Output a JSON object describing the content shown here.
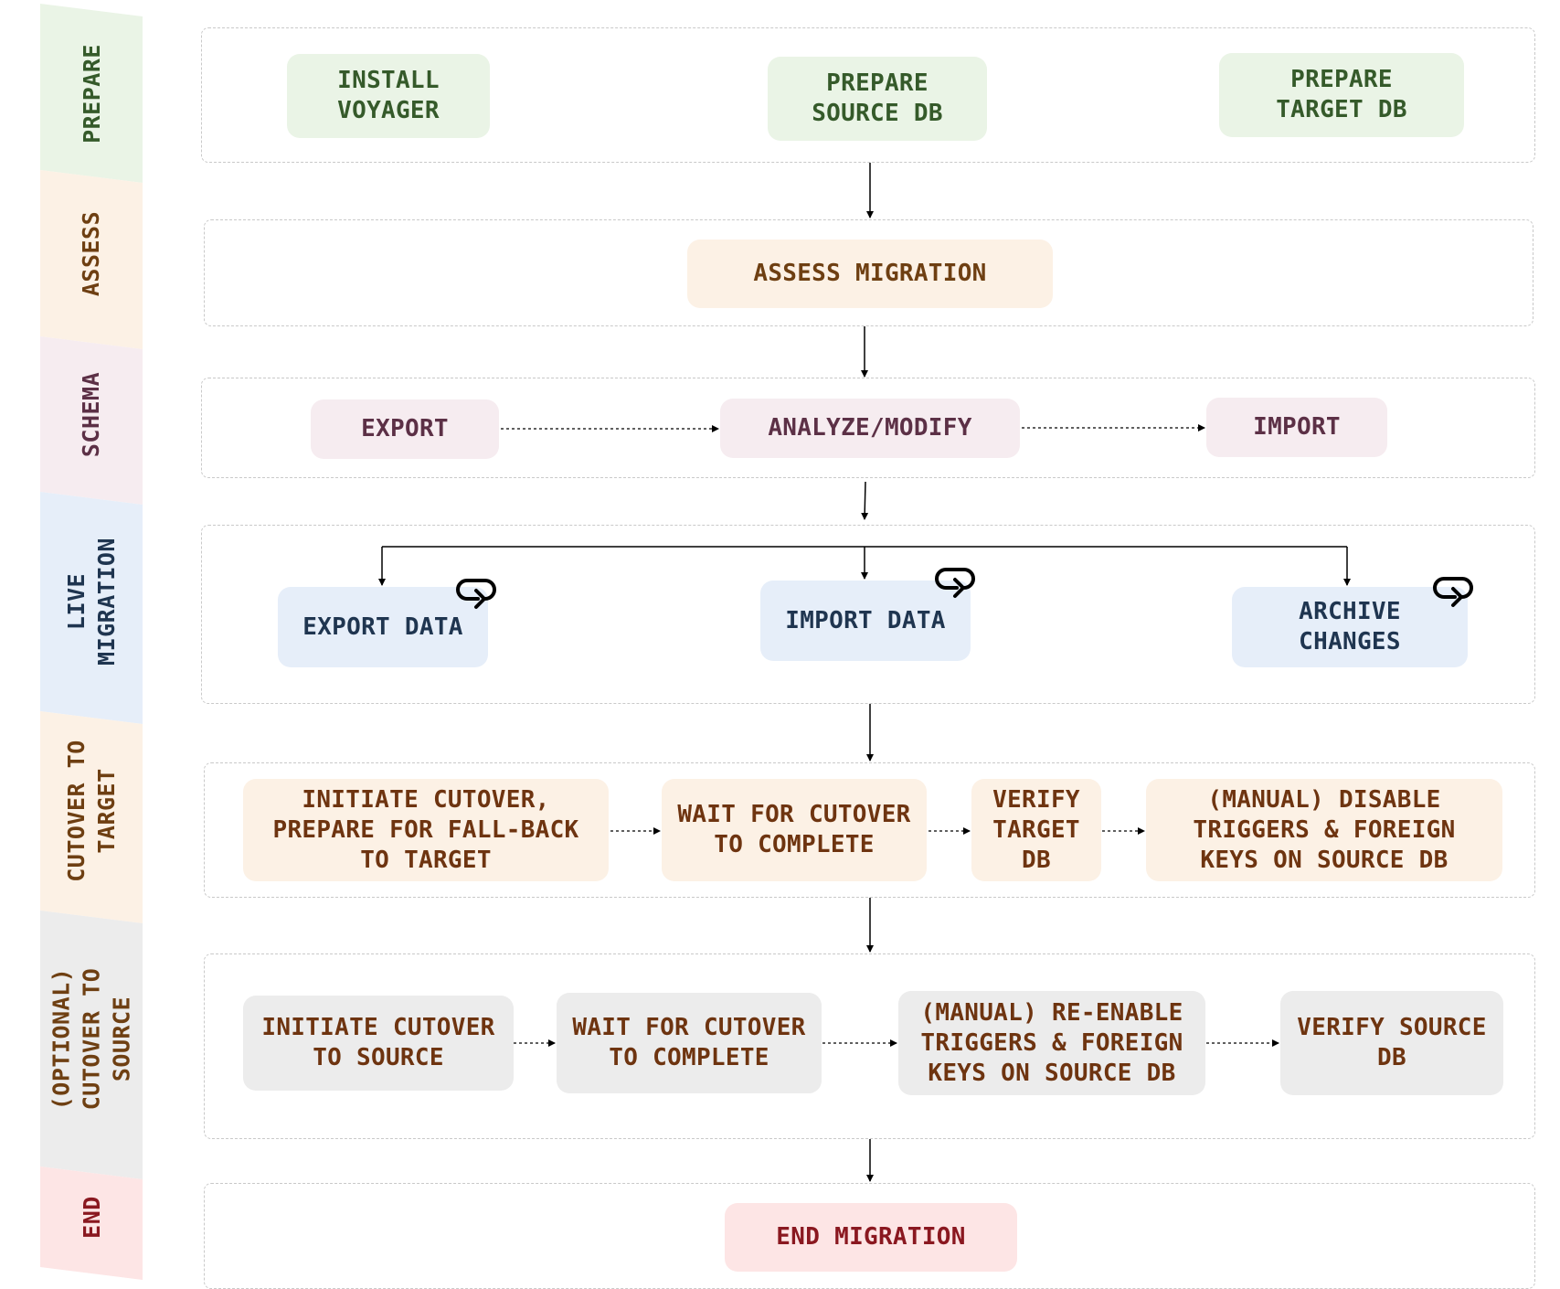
{
  "stages": [
    {
      "id": "prepare",
      "label": "PREPARE",
      "bg": "#eaf4e6",
      "color": "#355a2a"
    },
    {
      "id": "assess",
      "label": "ASSESS",
      "bg": "#fcf1e5",
      "color": "#6e3f12"
    },
    {
      "id": "schema",
      "label": "SCHEMA",
      "bg": "#f6ecf0",
      "color": "#5c3046"
    },
    {
      "id": "live",
      "label": "LIVE\nMIGRATION",
      "bg": "#e6eef9",
      "color": "#1f3550"
    },
    {
      "id": "cutover_target",
      "label": "CUTOVER TO\nTARGET",
      "bg": "#fcf1e5",
      "color": "#6e3f12"
    },
    {
      "id": "cutover_source",
      "label": "(OPTIONAL)\nCUTOVER TO\nSOURCE",
      "bg": "#ececec",
      "color": "#6e3f12"
    },
    {
      "id": "end",
      "label": "END",
      "bg": "#fde5e5",
      "color": "#8a1820"
    }
  ],
  "steps": {
    "install_voyager": "INSTALL\nVOYAGER",
    "prepare_source": "PREPARE\nSOURCE DB",
    "prepare_target": "PREPARE\nTARGET DB",
    "assess_migration": "ASSESS MIGRATION",
    "schema_export": "EXPORT",
    "schema_analyze": "ANALYZE/MODIFY",
    "schema_import": "IMPORT",
    "export_data": "EXPORT DATA",
    "import_data": "IMPORT DATA",
    "archive_changes": "ARCHIVE\nCHANGES",
    "initiate_cutover_target": "INITIATE CUTOVER,\nPREPARE FOR FALL-BACK\nTO TARGET",
    "wait_cutover_target": "WAIT FOR CUTOVER\nTO COMPLETE",
    "verify_target": "VERIFY\nTARGET\nDB",
    "disable_triggers": "(MANUAL) DISABLE\nTRIGGERS & FOREIGN\nKEYS ON SOURCE DB",
    "initiate_cutover_source": "INITIATE CUTOVER\nTO SOURCE",
    "wait_cutover_source": "WAIT FOR CUTOVER\nTO COMPLETE",
    "reenable_triggers": "(MANUAL) RE-ENABLE\nTRIGGERS & FOREIGN\nKEYS ON SOURCE DB",
    "verify_source": "VERIFY SOURCE\nDB",
    "end_migration": "END MIGRATION"
  },
  "icons": {
    "loop": "loop-arrow-icon"
  }
}
